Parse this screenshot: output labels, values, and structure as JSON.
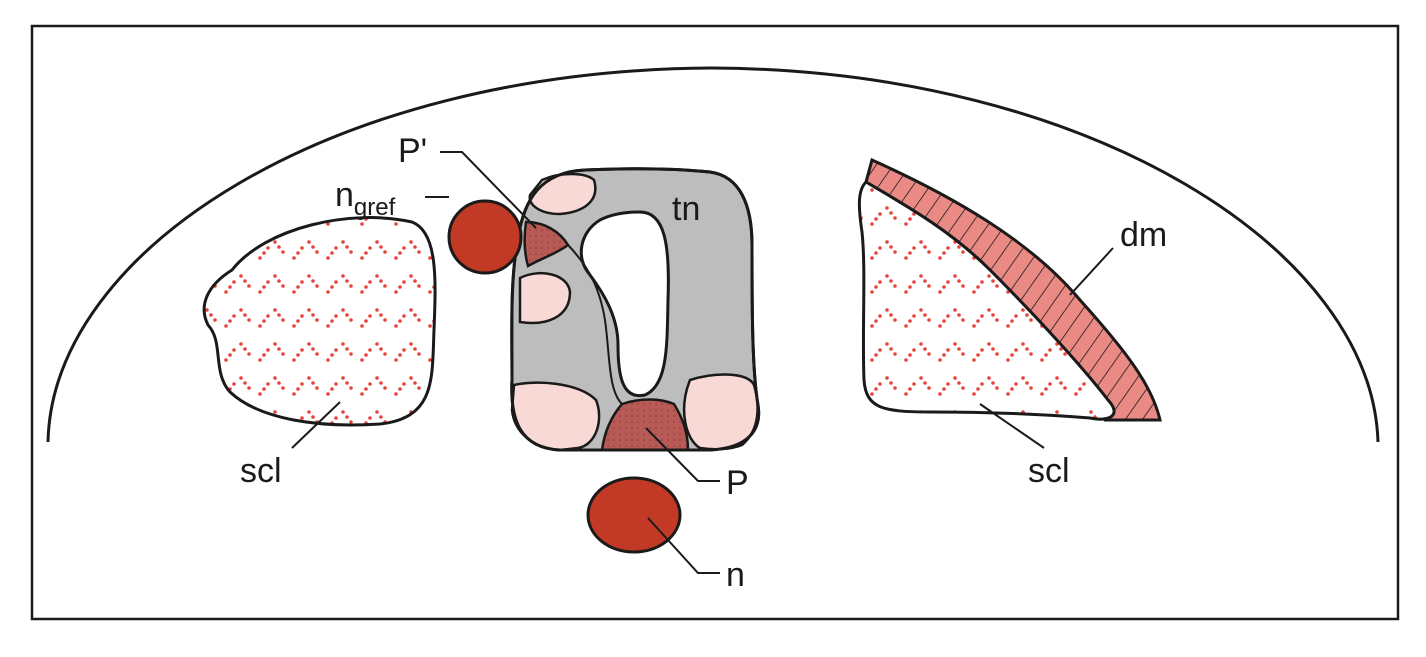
{
  "labels": {
    "p_prime": "P'",
    "n_gref_main": "n",
    "n_gref_sub": "gref",
    "tn": "tn",
    "dm": "dm",
    "scl_left": "scl",
    "scl_right": "scl",
    "p": "P",
    "n": "n"
  },
  "colors": {
    "sclerotome_dots": "#e8433a",
    "neural_tube": "#bdbdbd",
    "pale_pink": "#f9d9d6",
    "plate": "#b85a55",
    "notochord": "#c23a25",
    "dermomyotome": "#ea8a85"
  }
}
